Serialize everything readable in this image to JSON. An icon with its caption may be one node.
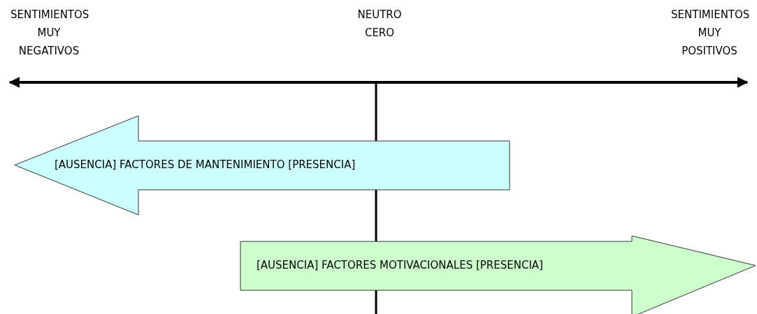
{
  "diagram": {
    "nodes": [
      {
        "text": [
          "[AUSENCIA] FACTORES DE MANTENIMIENTO [PRESENCIA]"
        ]
      },
      {
        "text": [
          "[AUSENCIA] FACTORES MOTIVACIONALES [PRESENCIA]"
        ]
      }
    ],
    "labels": [
      "SENTIMIENTOS MUY NEGATIVOS",
      "NEUTRO CERO",
      "SENTIMIENTOS MUY POSITIVOS"
    ]
  }
}
